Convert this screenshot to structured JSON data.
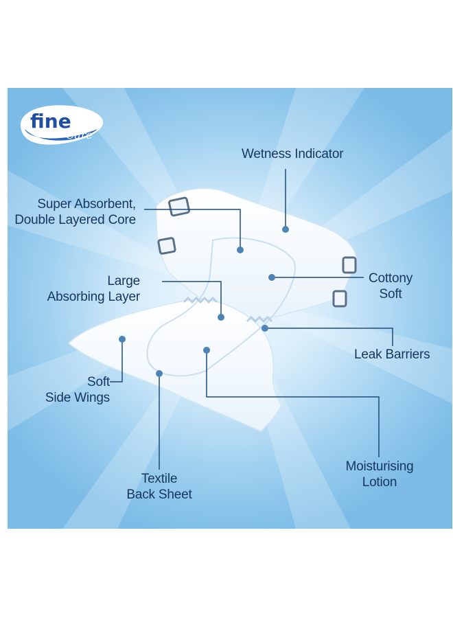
{
  "brand": {
    "name": "fine",
    "sub": "Care"
  },
  "callouts": {
    "wetness_indicator": "Wetness Indicator",
    "super_absorbent_1": "Super Absorbent,",
    "super_absorbent_2": "Double Layered Core",
    "large_absorbing_1": "Large",
    "large_absorbing_2": "Absorbing Layer",
    "cottony_soft_1": "Cottony",
    "cottony_soft_2": "Soft",
    "leak_barriers": "Leak Barriers",
    "soft_side_wings_1": "Soft",
    "soft_side_wings_2": "Side Wings",
    "textile_back_sheet_1": "Textile",
    "textile_back_sheet_2": "Back Sheet",
    "moisturising_lotion_1": "Moisturising",
    "moisturising_lotion_2": "Lotion"
  },
  "colors": {
    "text": "#16365f",
    "leader": "#1e4a78",
    "background_light": "#f4fbff",
    "background_dark": "#7bbbe6",
    "brand": "#1f4fa3"
  }
}
